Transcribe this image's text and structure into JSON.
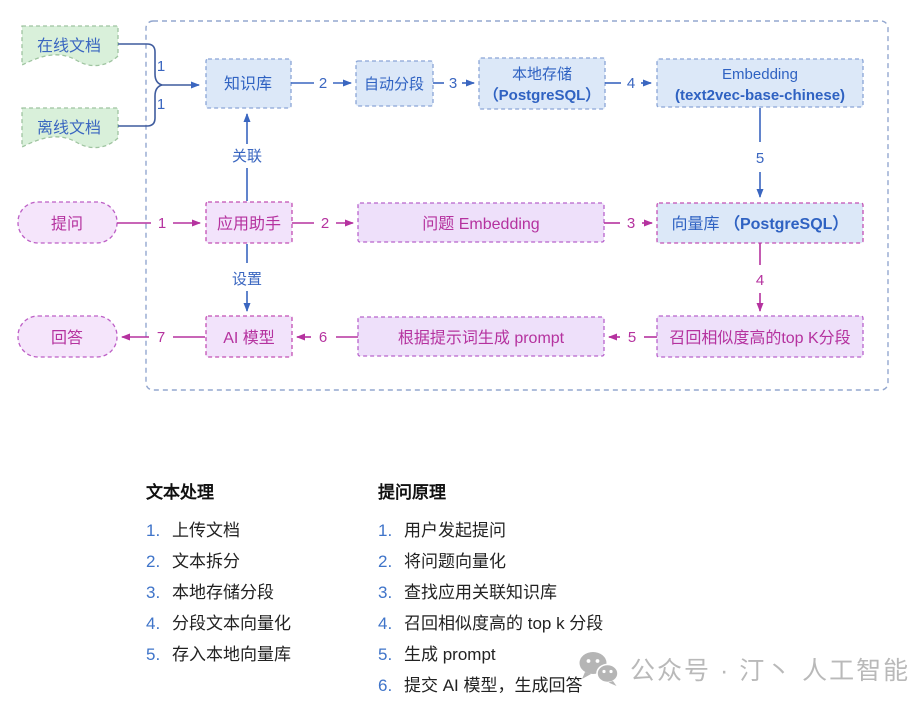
{
  "palette": {
    "blue_text": "#3a66c0",
    "blue_box_fill": "#dce8f8",
    "blue_box_border": "#8aa5d6",
    "green_fill": "#d9f0da",
    "green_border": "#9fc4a0",
    "magenta": "#b5329f",
    "purple_fill": "#f2e3fb",
    "purple_border": "#bd5fc6",
    "list_number_blue": "#3f74c9",
    "watermark_gray": "#b9b9b9"
  },
  "diagram": {
    "sources": {
      "online_doc": "在线文档",
      "offline_doc": "离线文档"
    },
    "nodes": {
      "knowledge_base": "知识库",
      "auto_segment": "自动分段",
      "local_storage_line1": "本地存储",
      "local_storage_line2": "（PostgreSQL）",
      "embedding_line1": "Embedding",
      "embedding_line2": "(text2vec-base-chinese)",
      "question": "提问",
      "app_assistant": "应用助手",
      "question_embedding": "问题 Embedding",
      "vector_db_name": "向量库 ",
      "vector_db_pg": "（PostgreSQL）",
      "answer": "回答",
      "ai_model": "AI 模型",
      "generate_prompt": "根据提示词生成 prompt",
      "recall_topk": "召回相似度高的top K分段"
    },
    "edge_labels": {
      "relate": "关联",
      "setting": "设置"
    },
    "numbers": {
      "doc_top": "1",
      "doc_bottom": "1",
      "kb_to_seg": "2",
      "seg_to_store": "3",
      "store_to_emb": "4",
      "emb_to_vec": "5",
      "ask_to_app": "1",
      "app_to_qemb": "2",
      "qemb_to_vec": "3",
      "vec_to_recall": "4",
      "recall_to_prompt": "5",
      "prompt_to_ai": "6",
      "ai_to_answer": "7"
    }
  },
  "text_processing": {
    "title": "文本处理",
    "items": [
      {
        "num": "1.",
        "text": "上传文档"
      },
      {
        "num": "2.",
        "text": "文本拆分"
      },
      {
        "num": "3.",
        "text": "本地存储分段"
      },
      {
        "num": "4.",
        "text": "分段文本向量化"
      },
      {
        "num": "5.",
        "text": "存入本地向量库"
      }
    ]
  },
  "question_principle": {
    "title": "提问原理",
    "items": [
      {
        "num": "1.",
        "text": "用户发起提问"
      },
      {
        "num": "2.",
        "text": "将问题向量化"
      },
      {
        "num": "3.",
        "text": "查找应用关联知识库"
      },
      {
        "num": "4.",
        "text": "召回相似度高的 top k 分段"
      },
      {
        "num": "5.",
        "text": "生成 prompt"
      },
      {
        "num": "6.",
        "text": "提交 AI 模型，生成回答"
      }
    ]
  },
  "watermark": {
    "text": "公众号 · 汀丶 人工智能",
    "icon": "wechat-icon"
  }
}
